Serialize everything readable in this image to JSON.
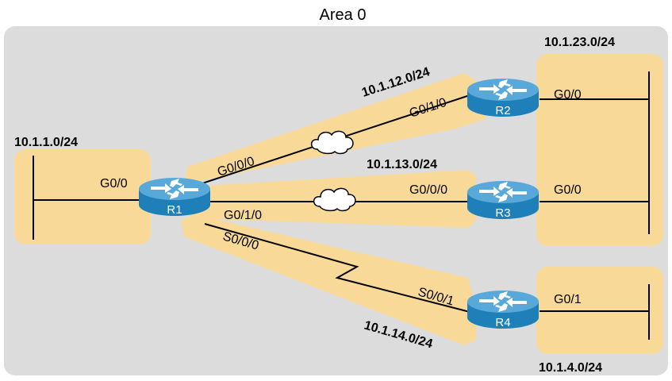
{
  "area": {
    "title": "Area 0"
  },
  "colors": {
    "area_background": "#dcdcdc",
    "subnet_highlight": "#f8d998",
    "router_body": "#1f7fb8",
    "router_top": "#58a9d9",
    "cloud_fill": "#ffffff",
    "link": "#000000"
  },
  "routers": {
    "r1": {
      "name": "R1",
      "icon": "router-icon"
    },
    "r2": {
      "name": "R2",
      "icon": "router-icon"
    },
    "r3": {
      "name": "R3",
      "icon": "router-icon"
    },
    "r4": {
      "name": "R4",
      "icon": "router-icon"
    }
  },
  "subnets": {
    "lan_r1": "10.1.1.0/24",
    "r1_r2": "10.1.12.0/24",
    "r1_r3": "10.1.13.0/24",
    "r1_r4": "10.1.14.0/24",
    "lan_r2_r3": "10.1.23.0/24",
    "lan_r4": "10.1.4.0/24"
  },
  "interfaces": {
    "r1_lan": "G0/0",
    "r1_to_r2": "G0/0/0",
    "r1_to_r3": "G0/1/0",
    "r1_to_r4": "S0/0/0",
    "r2_to_r1": "G0/1/0",
    "r2_lan": "G0/0",
    "r3_to_r1": "G0/0/0",
    "r3_lan": "G0/0",
    "r4_to_r1": "S0/0/1",
    "r4_lan": "G0/1"
  }
}
